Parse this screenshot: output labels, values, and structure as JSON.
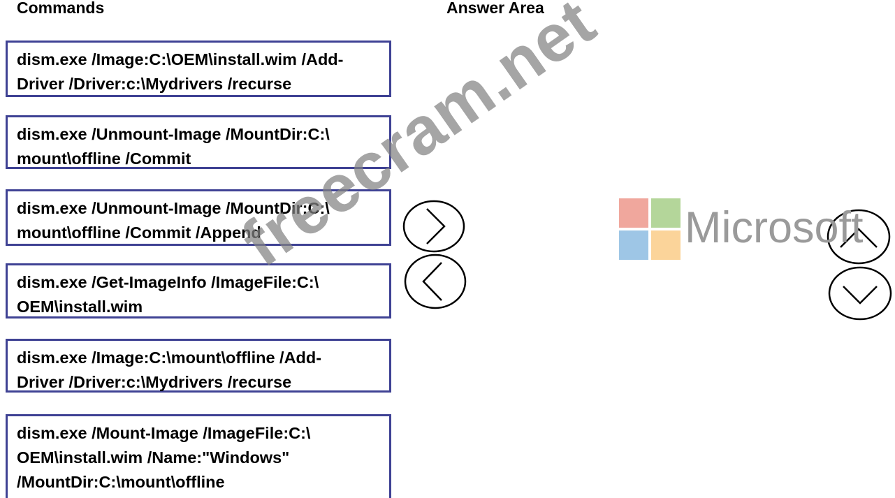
{
  "headings": {
    "commands": "Commands",
    "answer_area": "Answer Area"
  },
  "commands": [
    {
      "line1": "dism.exe /Image:C:\\OEM\\install.wim /Add-",
      "line2": "Driver /Driver:c:\\Mydrivers /recurse"
    },
    {
      "line1": "dism.exe /Unmount-Image /MountDir:C:\\",
      "line2": "mount\\offline /Commit"
    },
    {
      "line1": "dism.exe /Unmount-Image /MountDir:C:\\",
      "line2": "mount\\offline /Commit /Append"
    },
    {
      "line1": "dism.exe /Get-ImageInfo /ImageFile:C:\\",
      "line2": "OEM\\install.wim"
    },
    {
      "line1": "dism.exe /Image:C:\\mount\\offline /Add-",
      "line2": "Driver /Driver:c:\\Mydrivers /recurse"
    },
    {
      "line1": "dism.exe /Mount-Image /ImageFile:C:\\",
      "line2": "OEM\\install.wim /Name:\"Windows\"",
      "line3": "/MountDir:C:\\mount\\offline"
    }
  ],
  "controls": {
    "move_right_icon": "chevron-right-icon",
    "move_left_icon": "chevron-left-icon",
    "move_up_icon": "chevron-up-icon",
    "move_down_icon": "chevron-down-icon"
  },
  "logo": {
    "wordmark": "Microsoft",
    "colors": {
      "red": "#f0a79d",
      "green": "#b4d69a",
      "blue": "#9ec6e6",
      "yellow": "#fbd49a",
      "text": "#9a9a9a"
    }
  },
  "watermark": "freecram.net",
  "colors": {
    "box_border": "#3f4294"
  }
}
